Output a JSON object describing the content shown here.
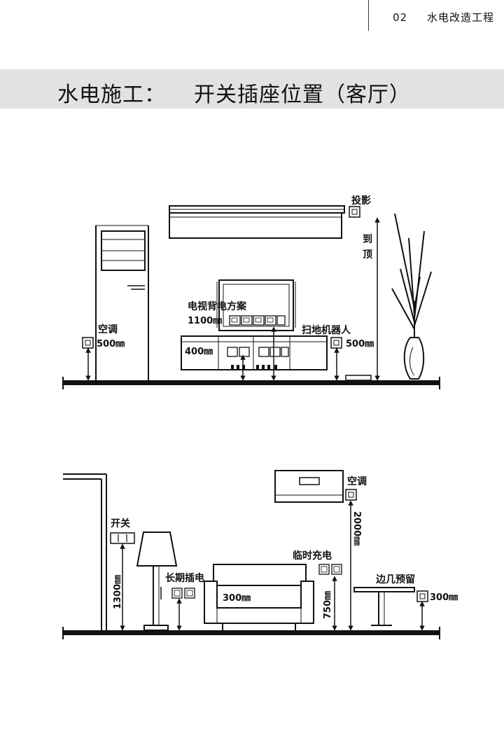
{
  "header": {
    "page_number": "02",
    "section": "水电改造工程"
  },
  "title": {
    "main": "水电施工：",
    "sub": "开关插座位置（客厅）"
  },
  "diagram_top": {
    "projector_label": "投影",
    "ceiling_label_1": "到",
    "ceiling_label_2": "顶",
    "ac_label": "空调",
    "ac_height": "500㎜",
    "tv_label": "电视背电方案",
    "tv_height": "1100㎜",
    "cabinet_height": "400㎜",
    "robot_label": "扫地机器人",
    "robot_height": "500㎜"
  },
  "diagram_bottom": {
    "switch_label": "开关",
    "switch_height": "1300㎜",
    "lamp_label": "长期插电",
    "sofa_height": "300㎜",
    "temp_label": "临时充电",
    "temp_height": "750㎜",
    "wall_ac_label": "空调",
    "wall_ac_height": "2000㎜",
    "side_table_label": "边几预留",
    "side_table_height": "300㎜"
  }
}
